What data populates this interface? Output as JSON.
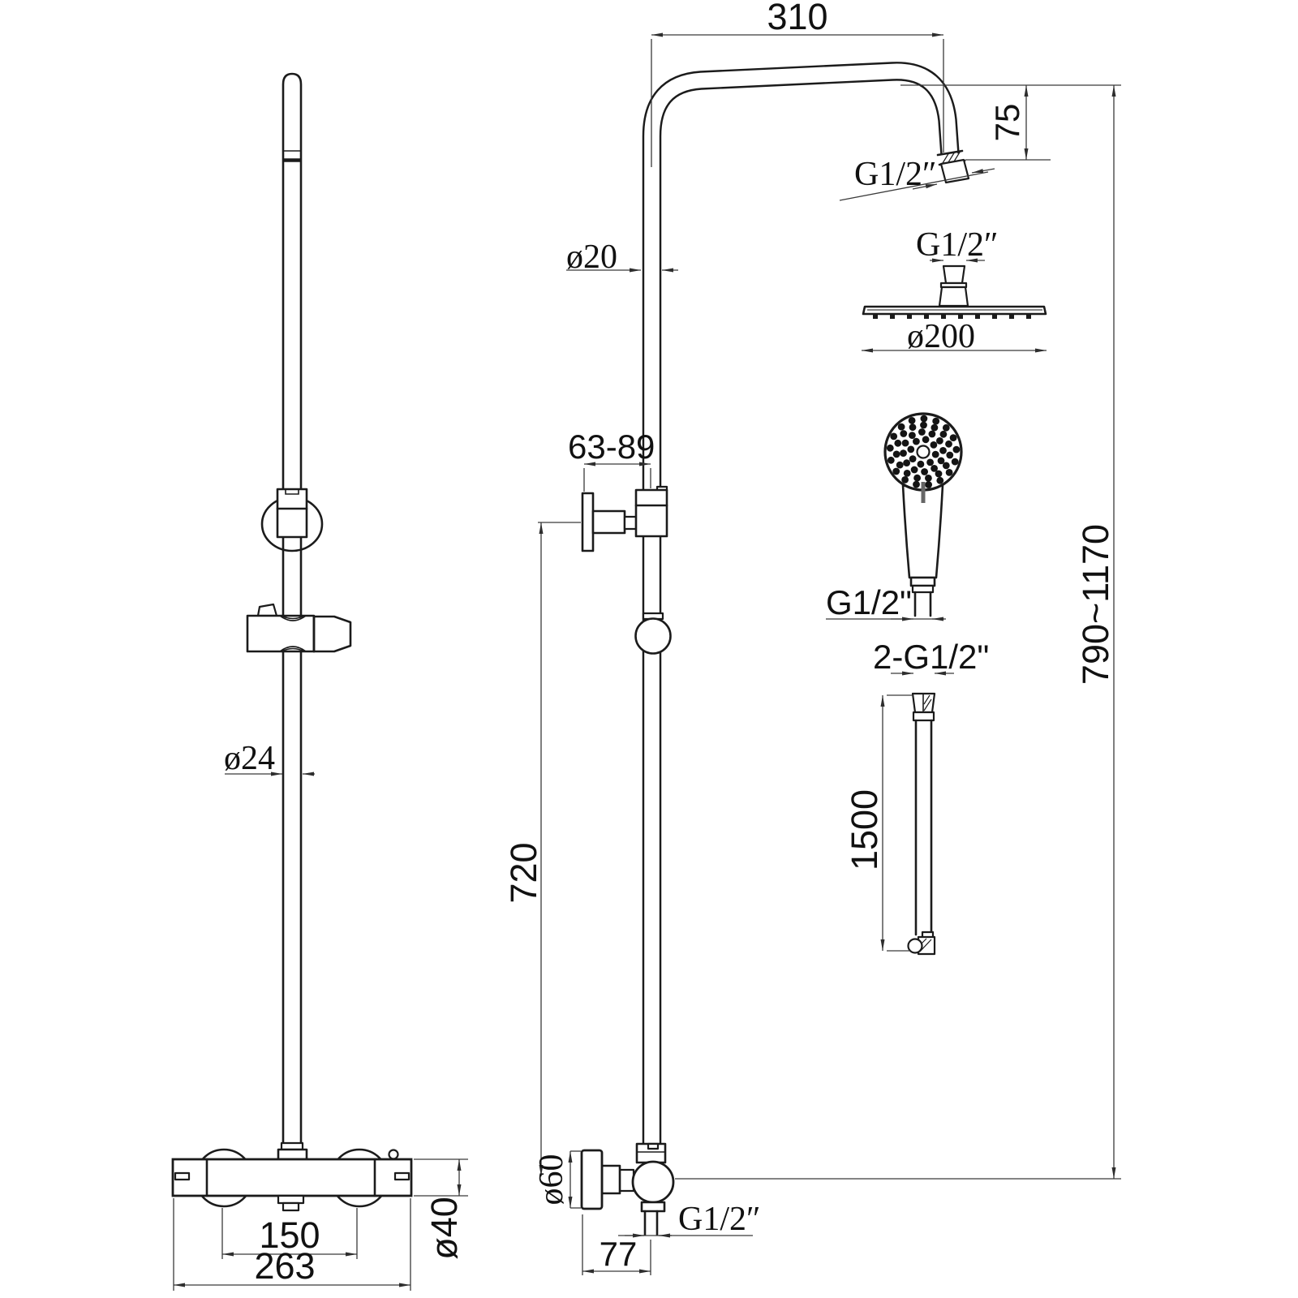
{
  "colors": {
    "background": "#ffffff",
    "object_line": "#1b1b1b",
    "dimension_line": "#3a3a3a",
    "text": "#111111"
  },
  "dims": {
    "arm_reach": "310",
    "arm_drop": "75",
    "arm_outlet_thread": "G1/2″",
    "riser_diameter": "ø20",
    "bracket_adjust": "63-89",
    "rail_span": "720",
    "overall_height": "790~1170",
    "overhead_thread": "G1/2″",
    "overhead_diameter": "ø200",
    "handshower_thread": "G1/2\"",
    "hose_thread": "2-G1/2\"",
    "hose_length": "1500",
    "column_diameter": "ø24",
    "valve_inlet_centers": "150",
    "valve_length": "263",
    "valve_body_diameter": "ø40",
    "valve_knob_diameter": "ø60",
    "valve_depth": "77",
    "valve_outlet_thread": "G1/2″"
  }
}
